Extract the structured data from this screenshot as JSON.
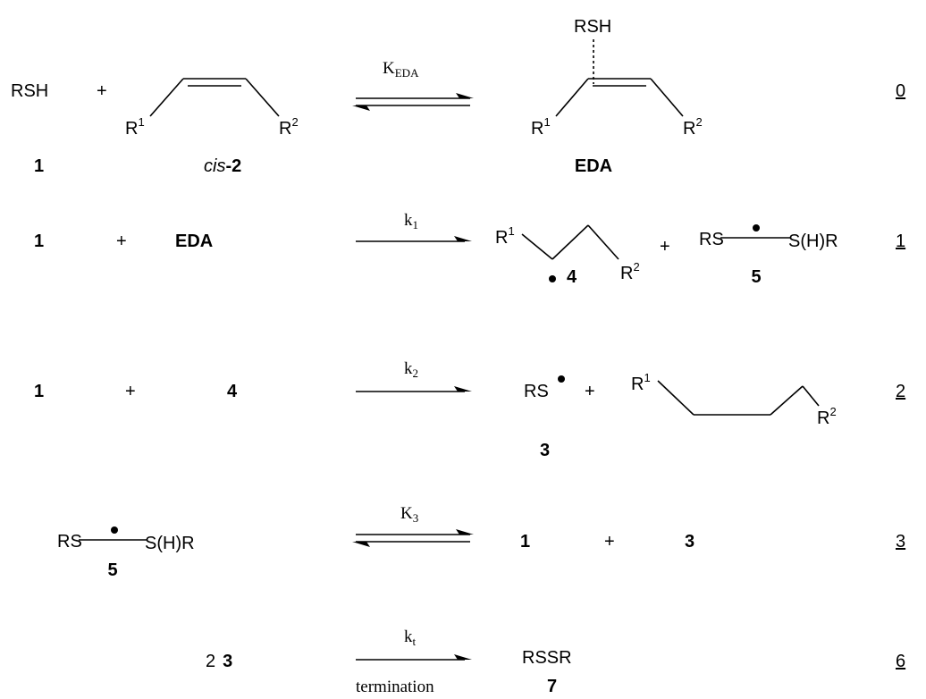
{
  "species": {
    "rsh": "RSH",
    "plus": "+",
    "r": "R",
    "sup1": "1",
    "sup2": "2",
    "label1": "1",
    "label2_prefix": "cis",
    "label2_suffix": "-2",
    "eda": "EDA",
    "rs": "RS",
    "sh_r": "S(H)R",
    "label3": "3",
    "label4": "4",
    "label5": "5",
    "coef2": "2",
    "rssr": "RSSR",
    "label7": "7"
  },
  "rate_constants": {
    "k_eda_main": "K",
    "k_eda_sub": "EDA",
    "k1_main": "k",
    "k1_sub": "1",
    "k2_main": "k",
    "k2_sub": "2",
    "k3_main": "K",
    "k3_sub": "3",
    "kt_main": "k",
    "kt_sub": "t",
    "termination": "termination"
  },
  "equation_numbers": [
    "0",
    "1",
    "2",
    "3",
    "6"
  ]
}
